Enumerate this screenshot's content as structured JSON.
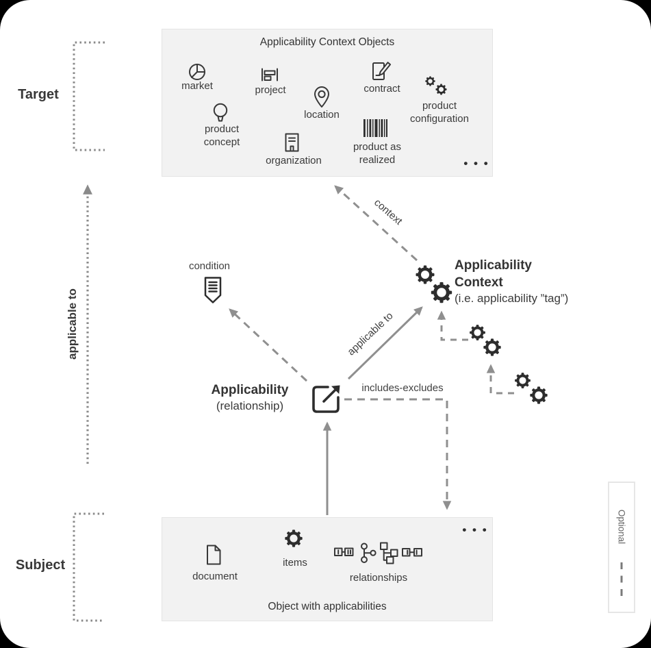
{
  "colors": {
    "ink": "#333333",
    "arrow_gray": "#8f8f8f",
    "box_bg": "#f2f2f2",
    "box_border": "#e4e4e4"
  },
  "groups": {
    "target": "Target",
    "subject": "Subject",
    "axis": "applicable to"
  },
  "context_box": {
    "title": "Applicability Context Objects",
    "items": [
      {
        "label": "market",
        "icon": "pie-chart-icon"
      },
      {
        "label": "project",
        "icon": "project-icon"
      },
      {
        "label": "location",
        "icon": "location-pin-icon"
      },
      {
        "label": "contract",
        "icon": "contract-icon"
      },
      {
        "label": "product configuration",
        "icon": "gears-icon"
      },
      {
        "label": "product concept",
        "icon": "lightbulb-icon"
      },
      {
        "label": "organization",
        "icon": "building-icon"
      },
      {
        "label": "product as realized",
        "icon": "barcode-icon"
      }
    ],
    "more": "• • •"
  },
  "subject_box": {
    "title": "Object with applicabilities",
    "items": [
      {
        "label": "document",
        "icon": "document-icon"
      },
      {
        "label": "items",
        "icon": "gear-icon"
      },
      {
        "label": "relationships",
        "icon": "relationships-icon"
      }
    ],
    "more": "• • •"
  },
  "nodes": {
    "condition": {
      "label": "condition"
    },
    "applicability": {
      "title": "Applicability",
      "subtitle": "(relationship)"
    },
    "applicability_context": {
      "title_line1": "Applicability",
      "title_line2": "Context",
      "subtitle": "(i.e. applicability ”tag”)"
    }
  },
  "edges": {
    "context": "context",
    "applicable_to": "applicable to",
    "includes_excludes": "includes-excludes"
  },
  "legend": {
    "label": "Optional"
  }
}
